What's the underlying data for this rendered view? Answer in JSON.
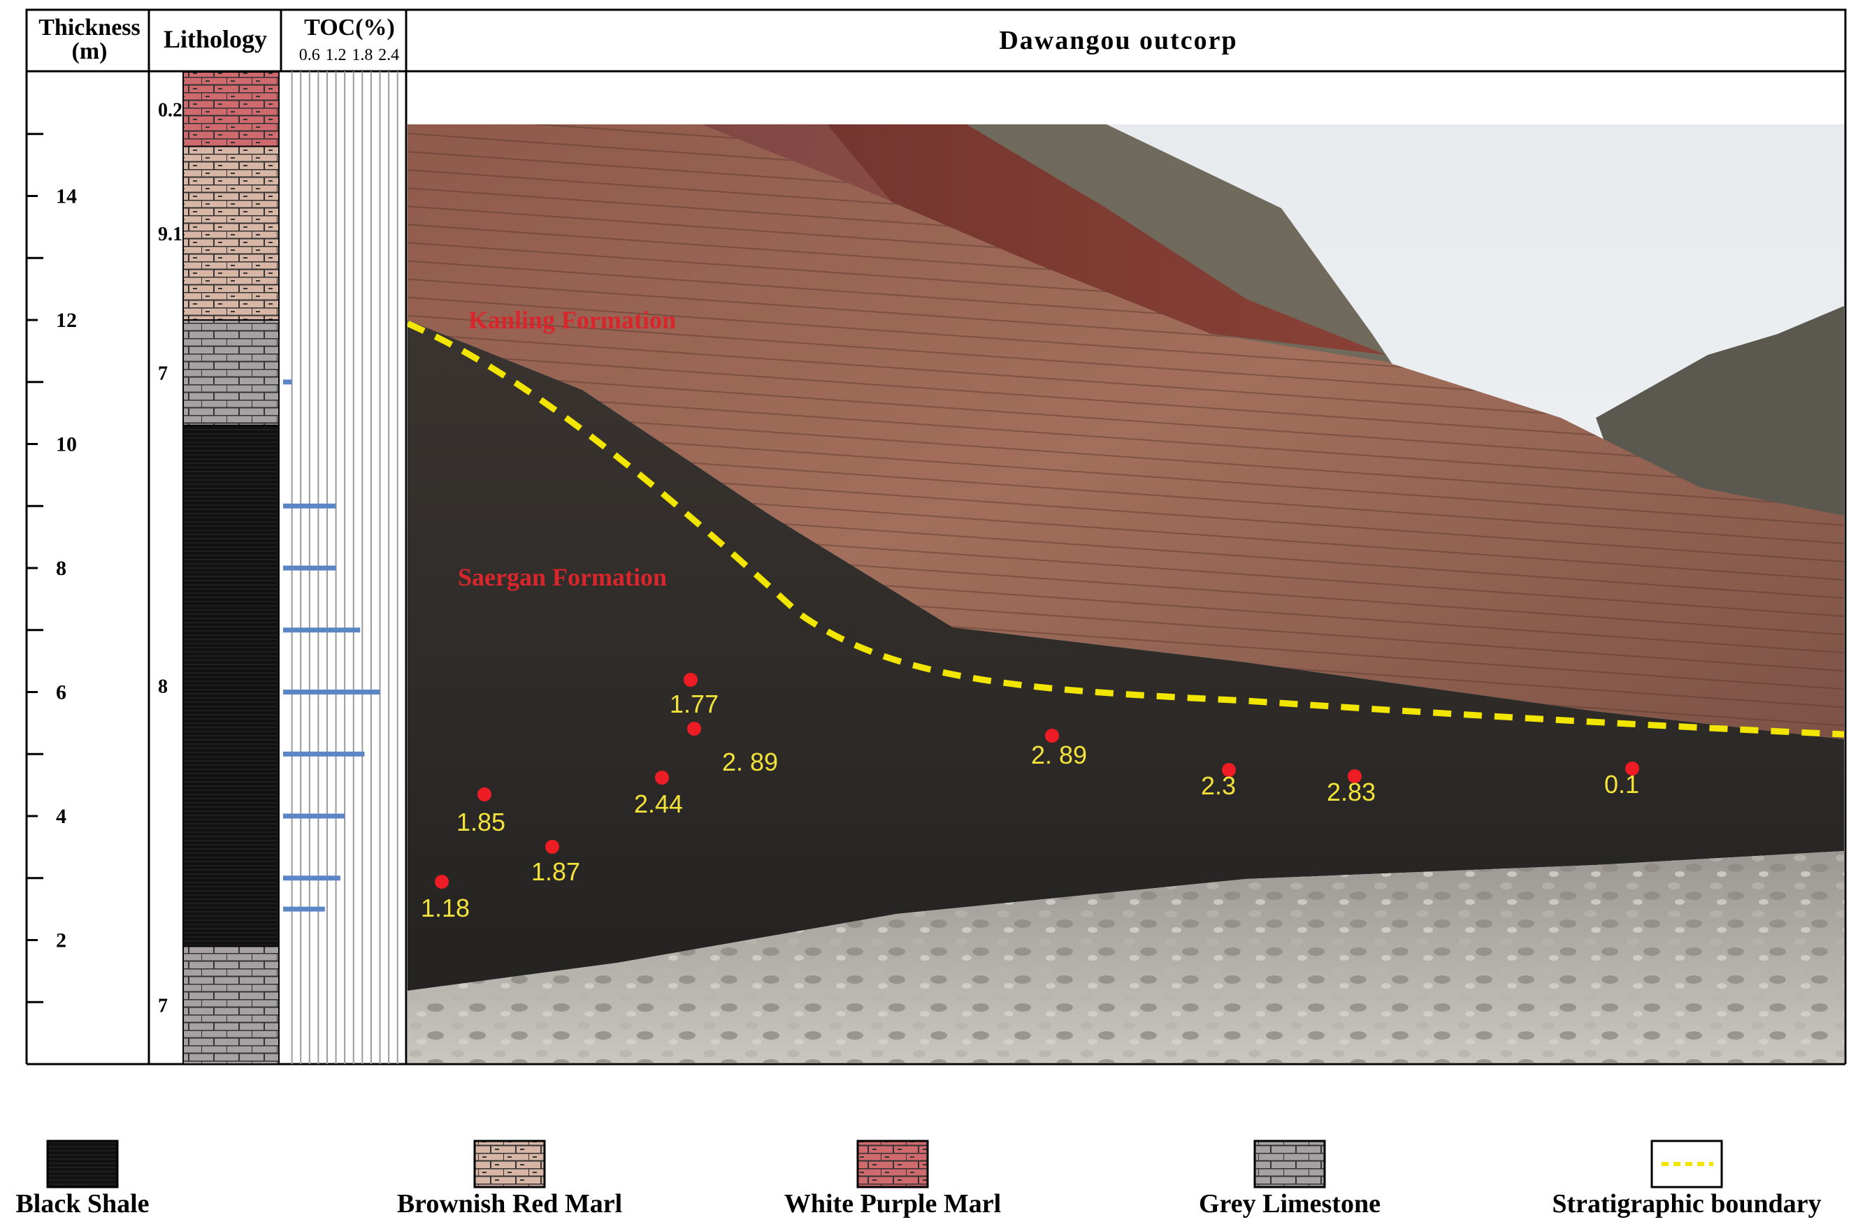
{
  "headers": {
    "thickness": "Thickness",
    "thickness_unit": "(m)",
    "lithology": "Lithology",
    "toc": "TOC(%)",
    "outcrop": "Dawangou outcorp"
  },
  "toc_ticks": [
    "0.6",
    "1.2",
    "1.8",
    "2.4"
  ],
  "toc_scale": {
    "min": 0,
    "max": 2.7
  },
  "depth_scale": {
    "min": 0,
    "max": 16
  },
  "depth_ticks": [
    {
      "value": 2,
      "label": "2"
    },
    {
      "value": 4,
      "label": "4"
    },
    {
      "value": 6,
      "label": "6"
    },
    {
      "value": 8,
      "label": "8"
    },
    {
      "value": 10,
      "label": "10"
    },
    {
      "value": 12,
      "label": "12"
    },
    {
      "value": 14,
      "label": "14"
    }
  ],
  "lithology_units": [
    {
      "name": "Grey Limestone",
      "from": 0,
      "to": 1.9,
      "label": "7"
    },
    {
      "name": "Black Shale",
      "from": 1.9,
      "to": 10.3,
      "label": "8"
    },
    {
      "name": "Grey Limestone",
      "from": 10.3,
      "to": 12.0,
      "label": "7"
    },
    {
      "name": "Brownish Red Marl",
      "from": 12.0,
      "to": 14.8,
      "label": "9.1"
    },
    {
      "name": "White Purple Marl",
      "from": 14.8,
      "to": 16.0,
      "label": "0.2"
    }
  ],
  "chart_data": {
    "type": "bar",
    "orientation": "horizontal",
    "xlabel": "TOC(%)",
    "ylabel": "Thickness (m)",
    "xlim": [
      0,
      2.7
    ],
    "ylim": [
      0,
      16
    ],
    "points": [
      {
        "depth": 2.5,
        "toc": 0.95
      },
      {
        "depth": 3.0,
        "toc": 1.3
      },
      {
        "depth": 4.0,
        "toc": 1.4
      },
      {
        "depth": 5.0,
        "toc": 1.85
      },
      {
        "depth": 6.0,
        "toc": 2.2
      },
      {
        "depth": 7.0,
        "toc": 1.75
      },
      {
        "depth": 8.0,
        "toc": 1.2
      },
      {
        "depth": 9.0,
        "toc": 1.2
      },
      {
        "depth": 11.0,
        "toc": 0.2
      }
    ]
  },
  "photo": {
    "formations": [
      "Kanling Formation",
      "Saergan Formation"
    ],
    "samples": [
      "1.18",
      "1.87",
      "1.85",
      "2.44",
      "1.77",
      "2. 89",
      "2. 89",
      "2.3",
      "2.83",
      "0.1"
    ]
  },
  "legend": [
    {
      "name": "Black Shale",
      "kind": "shale"
    },
    {
      "name": "Brownish Red Marl",
      "kind": "brown"
    },
    {
      "name": "White Purple Marl",
      "kind": "purple"
    },
    {
      "name": "Grey Limestone",
      "kind": "grey"
    },
    {
      "name": "Stratigraphic boundary",
      "kind": "boundary"
    }
  ],
  "colors": {
    "grey_limestone": "#a6a1a2",
    "black_shale": "#111111",
    "brownish_red_marl": "#d8b6a5",
    "white_purple_marl": "#cf6a6e",
    "toc_bar": "#5b86c6",
    "boundary": "#f2e600",
    "formation_text": "#d8262c",
    "sample_text": "#f3e33b",
    "sample_dot": "#ee1c25"
  }
}
